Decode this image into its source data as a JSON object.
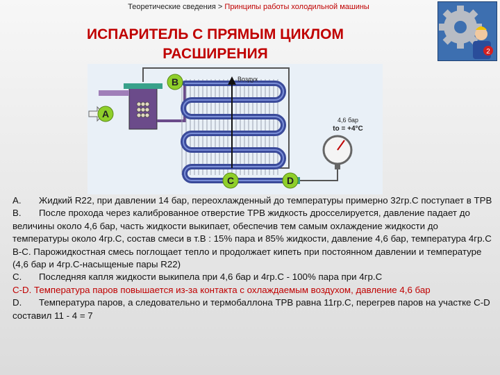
{
  "breadcrumb": {
    "section": "Теоретические сведения",
    "separator": ">",
    "current": "Принципы работы холодильной машины"
  },
  "title_line1": "ИСПАРИТЕЛЬ С ПРЯМЫМ ЦИКЛОМ",
  "title_line2": "РАСШИРЕНИЯ",
  "logo": {
    "badge": "2"
  },
  "diagram": {
    "label_air": "Воздух",
    "label_pressure": "4,6 бар",
    "label_temp": "to = +4°C",
    "point_a": "A",
    "point_b": "B",
    "point_c": "C",
    "point_d": "D"
  },
  "paragraphs": {
    "a_label": "A.",
    "a_text": "Жидкий R22, при давлении 14 бар, переохлажденный до температуры примерно 32гр.С поступает в ТРВ",
    "b_label": "B.",
    "b_text": "После прохода через калиброванное отверстие ТРВ жидкость дросселируется, давление падает до величины около 4,6 бар, часть жидкости выкипает, обеспечив тем самым охлаждение жидкости до температуры около 4гр.С, состав смеси в т.В : 15% пара и 85% жидкости, давление 4,6 бар, температура 4гр.С",
    "bc_text": "B-C. Парожидкостная смесь поглощает тепло и продолжает кипеть при постоянном давлении и температуре (4,6 бар и 4гр.С-насыщеные пары R22)",
    "c_label": "C.",
    "c_text": "Последняя капля жидкости выкипела при 4,6 бар и 4гр.С - 100% пара при 4гр.С",
    "cd_text": "C-D. Температура паров повышается из-за контакта с охлаждаемым воздухом, давление 4,6 бар",
    "d_label": "D.",
    "d_text": "Температура паров, а следовательно и термобаллона ТРВ равна 11гр.С, перегрев паров на участке C-D составил 11 - 4 = 7"
  },
  "colors": {
    "title": "#c00000",
    "tube": "#3a4a9a",
    "point_badge": "#8fcf2a"
  }
}
